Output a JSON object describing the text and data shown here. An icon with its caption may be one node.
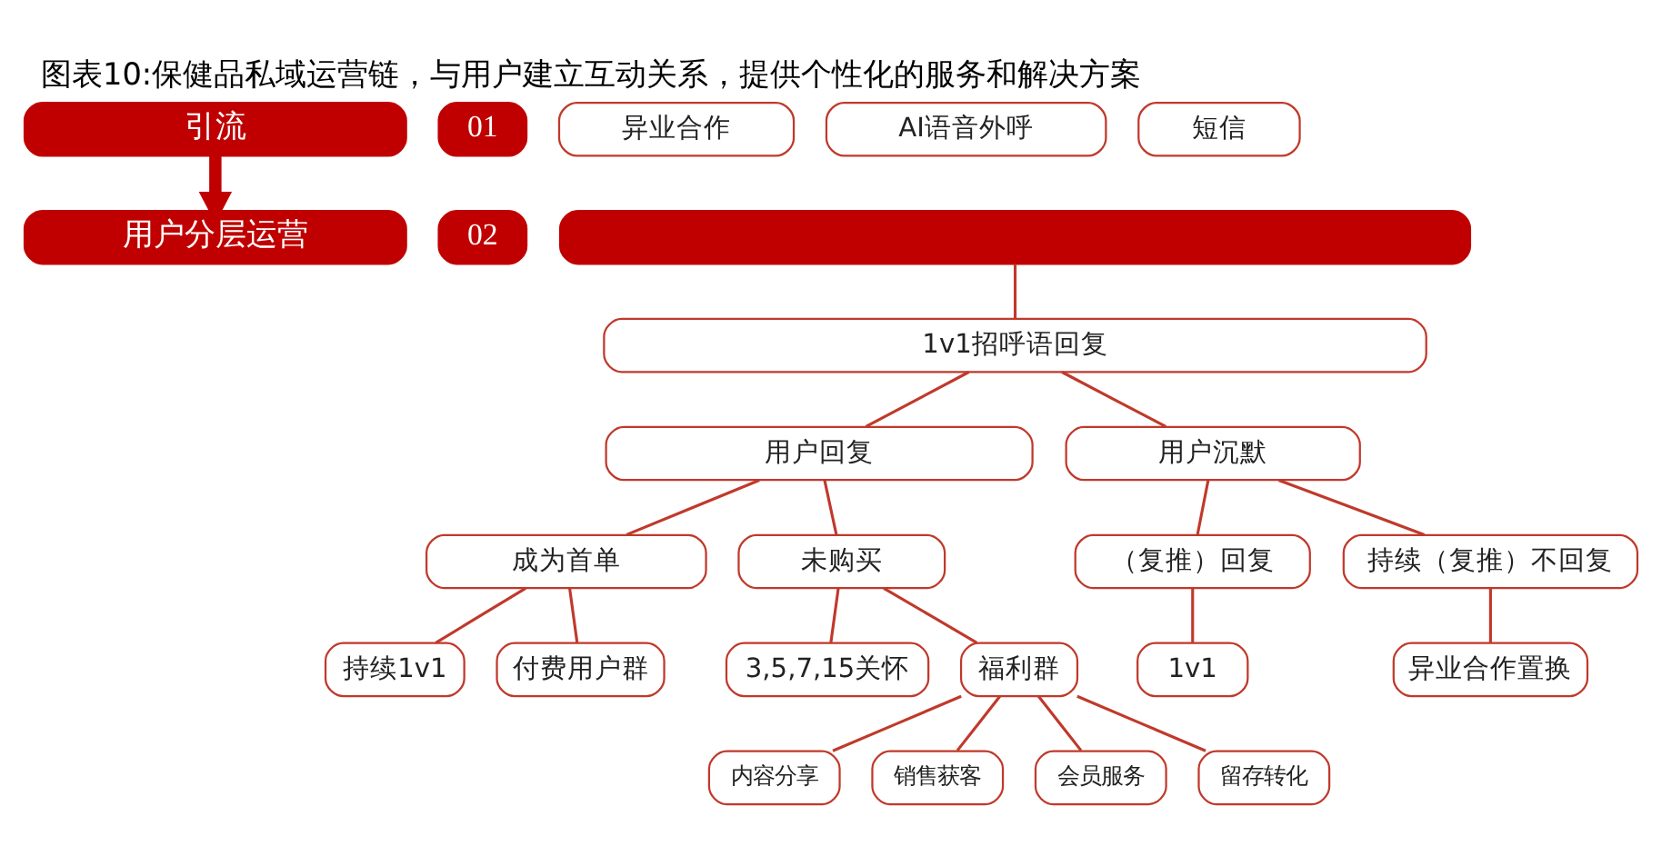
{
  "diagram": {
    "title": "图表10:保健品私域运营链，与用户建立互动关系，提供个性化的服务和解决方案",
    "nodes": [
      {
        "text": [
          "引流"
        ]
      },
      {
        "text": [
          "01"
        ]
      },
      {
        "text": [
          "异业合作"
        ]
      },
      {
        "text": [
          "AI语音外呼"
        ]
      },
      {
        "text": [
          "短信"
        ]
      },
      {
        "text": [
          "用户分层运营"
        ]
      },
      {
        "text": [
          "02"
        ]
      },
      {
        "text": [],
        "shape": "box"
      },
      {
        "text": [
          "1v1招呼语回复"
        ]
      },
      {
        "text": [
          "用户回复"
        ]
      },
      {
        "text": [
          "用户沉默"
        ]
      },
      {
        "text": [
          "成为首单"
        ]
      },
      {
        "text": [
          "未购买"
        ]
      },
      {
        "text": [
          "（复推）回复"
        ]
      },
      {
        "text": [
          "持续（复推）不回复"
        ]
      },
      {
        "text": [
          "持续1v1"
        ]
      },
      {
        "text": [
          "付费用户群"
        ]
      },
      {
        "text": [
          "3,5,7,15关怀"
        ]
      },
      {
        "text": [
          "福利群"
        ]
      },
      {
        "text": [
          "1v1"
        ]
      },
      {
        "text": [
          "异业合作置换"
        ]
      },
      {
        "text": [
          "内容分享"
        ]
      },
      {
        "text": [
          "销售获客"
        ]
      },
      {
        "text": [
          "会员服务"
        ]
      },
      {
        "text": [
          "留存转化"
        ]
      }
    ],
    "edges": [
      {
        "from": 0,
        "to": 5,
        "arrow": "to",
        "style": "thick"
      },
      {
        "from": 7,
        "to": 8,
        "arrow": "none"
      },
      {
        "from": 8,
        "to": 9,
        "arrow": "none"
      },
      {
        "from": 8,
        "to": 10,
        "arrow": "none"
      },
      {
        "from": 9,
        "to": 11,
        "arrow": "none"
      },
      {
        "from": 9,
        "to": 12,
        "arrow": "none"
      },
      {
        "from": 10,
        "to": 13,
        "arrow": "none"
      },
      {
        "from": 10,
        "to": 14,
        "arrow": "none"
      },
      {
        "from": 11,
        "to": 15,
        "arrow": "none"
      },
      {
        "from": 11,
        "to": 16,
        "arrow": "none"
      },
      {
        "from": 12,
        "to": 17,
        "arrow": "none"
      },
      {
        "from": 12,
        "to": 18,
        "arrow": "none"
      },
      {
        "from": 13,
        "to": 19,
        "arrow": "none"
      },
      {
        "from": 14,
        "to": 20,
        "arrow": "none"
      },
      {
        "from": 18,
        "to": 21,
        "arrow": "none"
      },
      {
        "from": 18,
        "to": 22,
        "arrow": "none"
      },
      {
        "from": 18,
        "to": 23,
        "arrow": "none"
      },
      {
        "from": 18,
        "to": 24,
        "arrow": "none"
      }
    ]
  }
}
